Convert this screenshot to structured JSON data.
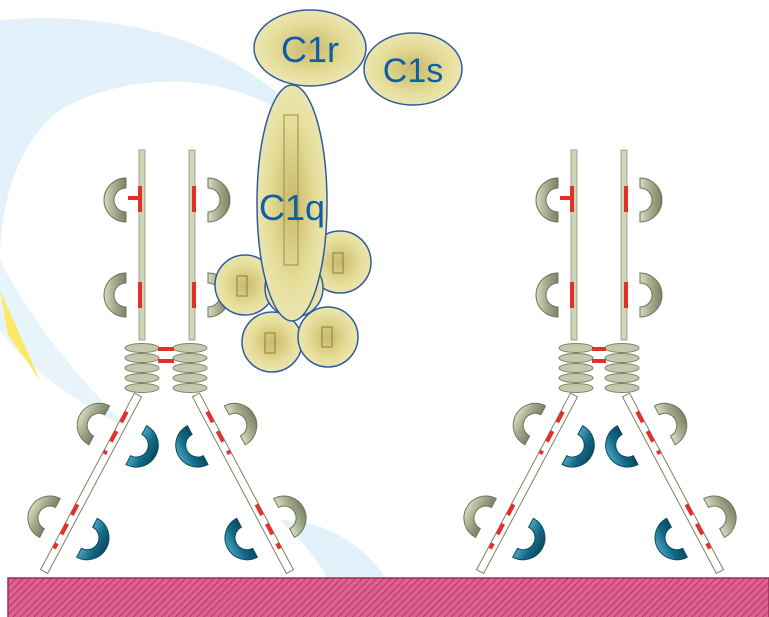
{
  "labels": {
    "c1r": "C1r",
    "c1s": "C1s",
    "c1q": "C1q"
  },
  "colors": {
    "background": "#ffffff",
    "swirl": "#e3f1fb",
    "heavy_chain_domain": "#a3a98a",
    "heavy_chain_domain_light": "#d8dcc3",
    "light_chain_domain": "#136b88",
    "disulfide_bond": "#e5302a",
    "hinge_line": "#8f957a",
    "c1_complex_fill": "#e6df9c",
    "c1_complex_stroke": "#2f5b9d",
    "label_text": "#0d5ea8",
    "surface": "#d4507a",
    "surface_hatch": "#9c2f58",
    "yellow_accent": "#fde968"
  },
  "antibodies": [
    {
      "name": "antibody-left",
      "bound_to_c1": true
    },
    {
      "name": "antibody-right",
      "bound_to_c1": false
    }
  ]
}
